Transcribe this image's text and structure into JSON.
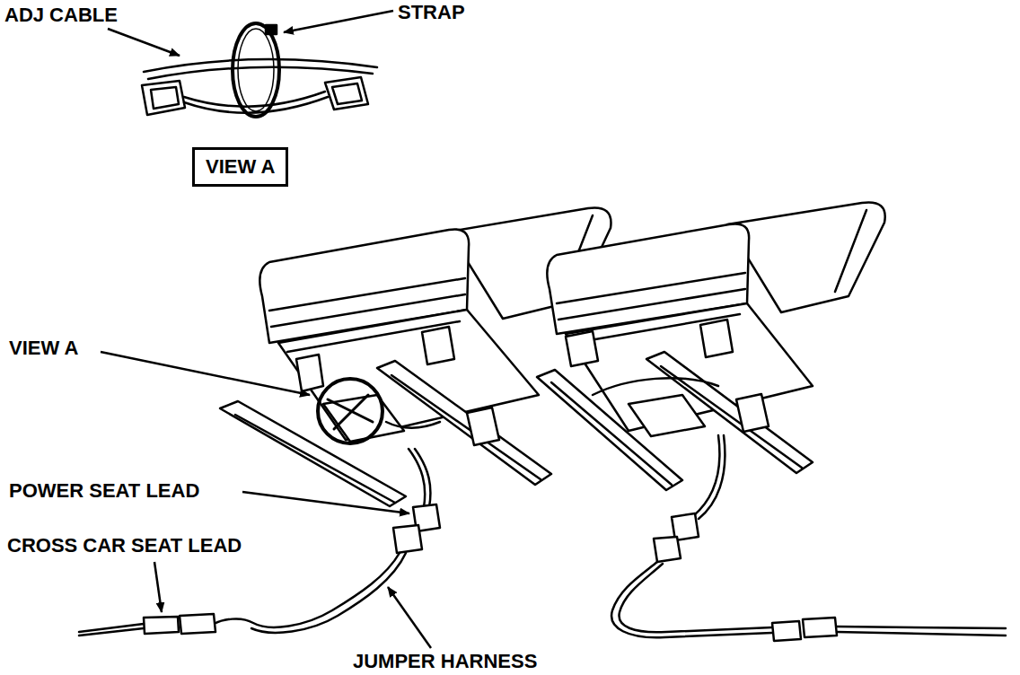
{
  "diagram": {
    "nodes": [
      {
        "text": [
          "VIEW A"
        ]
      }
    ],
    "labels": [
      "ADJ CABLE",
      "STRAP",
      "VIEW A",
      "POWER SEAT LEAD",
      "CROSS CAR SEAT LEAD",
      "JUMPER HARNESS"
    ]
  }
}
